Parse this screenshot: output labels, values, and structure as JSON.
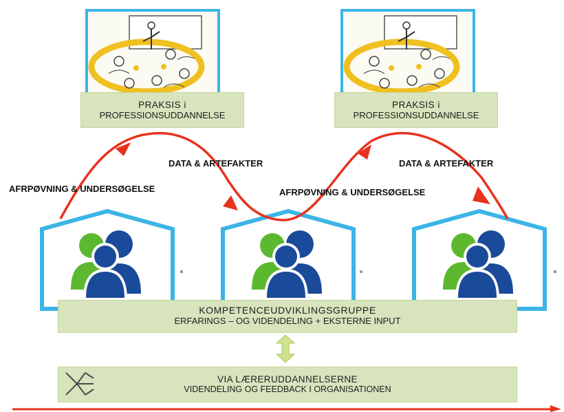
{
  "practice_boxes": [
    {
      "line1": "PRAKSIS i",
      "line2": "PROFESSIONSUDDANNELSE"
    },
    {
      "line1": "PRAKSIS i",
      "line2": "PROFESSIONSUDDANNELSE"
    }
  ],
  "labels": {
    "data_artefakter_1": "DATA & ARTEFAKTER",
    "data_artefakter_2": "DATA & ARTEFAKTER",
    "afproevning_1": "AFRPØVNING & UNDERSØGELSE",
    "afproevning_2": "AFRPØVNING & UNDERSØGELSE"
  },
  "competence_group": {
    "title": "KOMPETENCEUDVIKLINGSGRUPPE",
    "subtitle": "ERFARINGS – OG VIDENDELING + EKSTERNE INPUT"
  },
  "via_box": {
    "title": "VIA LÆRERUDDANNELSERNE",
    "subtitle": "VIDENDELING OG FEEDBACK I ORGANISATIONEN"
  },
  "colors": {
    "frame_blue": "#3cb4e6",
    "green_box": "#d7e4bd",
    "arrow_red": "#e8321e",
    "person_green": "#5cb82e",
    "person_navy": "#1a4a9a",
    "double_arrow": "#cfe38c"
  },
  "icons": [
    "classroom-sketch-image",
    "people-group-icon",
    "double-arrow-icon",
    "via-logo-icon"
  ]
}
